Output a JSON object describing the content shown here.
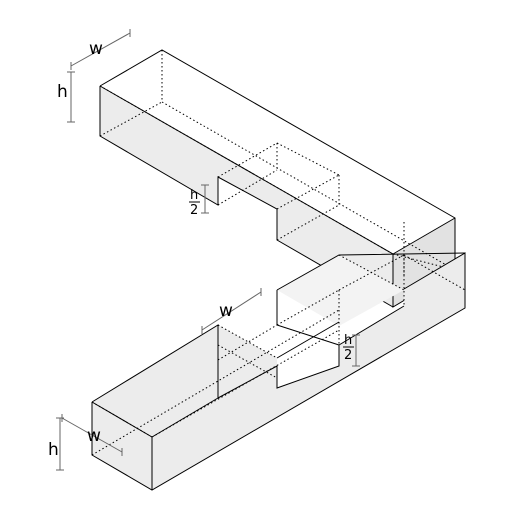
{
  "colors": {
    "ink": "#000000",
    "face_fill": "#ececec",
    "bg": "#ffffff",
    "dim_line": "#666666"
  },
  "labels": {
    "top_width": "w",
    "top_height": "h",
    "top_notch_num": "h",
    "top_notch_den": "2",
    "bottom_width_mid": "w",
    "bottom_notch_num": "h",
    "bottom_notch_den": "2",
    "bottom_height": "h",
    "bottom_width": "w"
  }
}
